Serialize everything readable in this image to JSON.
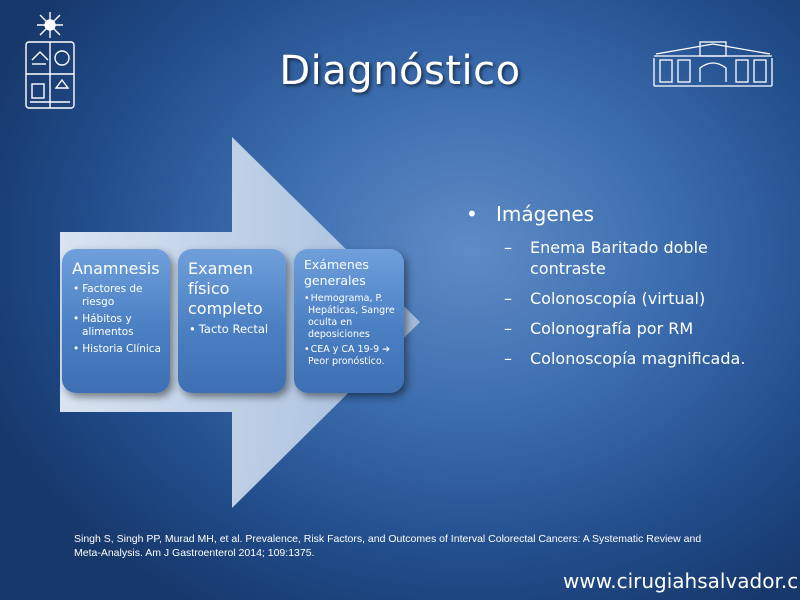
{
  "title": "Diagnóstico",
  "boxes": [
    {
      "heading": "Anamnesis",
      "items": [
        "Factores de riesgo",
        "Hábitos y alimentos",
        "Historia Clínica"
      ]
    },
    {
      "heading_lines": [
        "Examen",
        "físico",
        "completo"
      ],
      "items": [
        "Tacto Rectal"
      ]
    },
    {
      "heading_lines": [
        "Exámenes",
        "generales"
      ],
      "items": [
        "Hemograma, P. Hepáticas, Sangre oculta en deposiciones",
        "CEA y CA 19-9 ➔ Peor pronóstico."
      ]
    }
  ],
  "right_list": {
    "main": "Imágenes",
    "sub": [
      "Enema Baritado doble contraste",
      "Colonoscopía (virtual)",
      "Colonografía por RM",
      "Colonoscopía magnificada."
    ]
  },
  "citation": "Singh S, Singh PP, Murad MH, et al. Prevalence, Risk Factors, and Outcomes of Interval Colorectal Cancers: A Systematic Review and Meta-Analysis. Am J Gastroenterol 2014; 109:1375.",
  "website": "www.cirugiahsalvador.cl",
  "colors": {
    "arrow_light": "#e3ecf7",
    "arrow_dark": "#a7bfdd",
    "box_top": "#6fa0dc",
    "box_bottom": "#3e70b3"
  }
}
